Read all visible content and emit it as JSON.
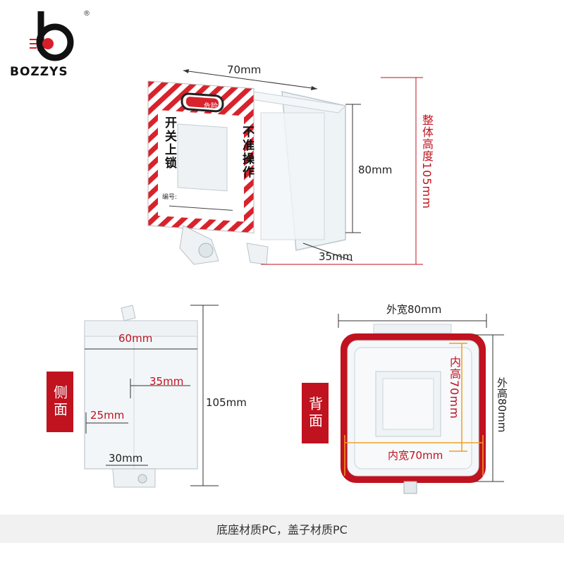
{
  "brand": {
    "name": "BOZZYS",
    "registered_mark": "®"
  },
  "top_view": {
    "width_label": "70mm",
    "height_label": "80mm",
    "depth_label": "35mm",
    "total_height_label": "整体高度105mm",
    "label_danger": "危险",
    "label_left": "开关上锁",
    "label_right": "不准操作",
    "label_number": "编号:"
  },
  "side_view": {
    "tag": "侧面",
    "width_label": "60mm",
    "inner_label_1": "35mm",
    "inner_label_2": "25mm",
    "bottom_label": "30mm",
    "height_label": "105mm"
  },
  "back_view": {
    "tag": "背面",
    "outer_width_label": "外宽80mm",
    "outer_height_label": "外高80mm",
    "inner_height_label": "内高70mm",
    "inner_width_label": "内宽70mm"
  },
  "footer": {
    "text": "底座材质PC，盖子材质PC"
  },
  "colors": {
    "accent_red": "#c0121f",
    "orange_dim": "#f0a020"
  }
}
